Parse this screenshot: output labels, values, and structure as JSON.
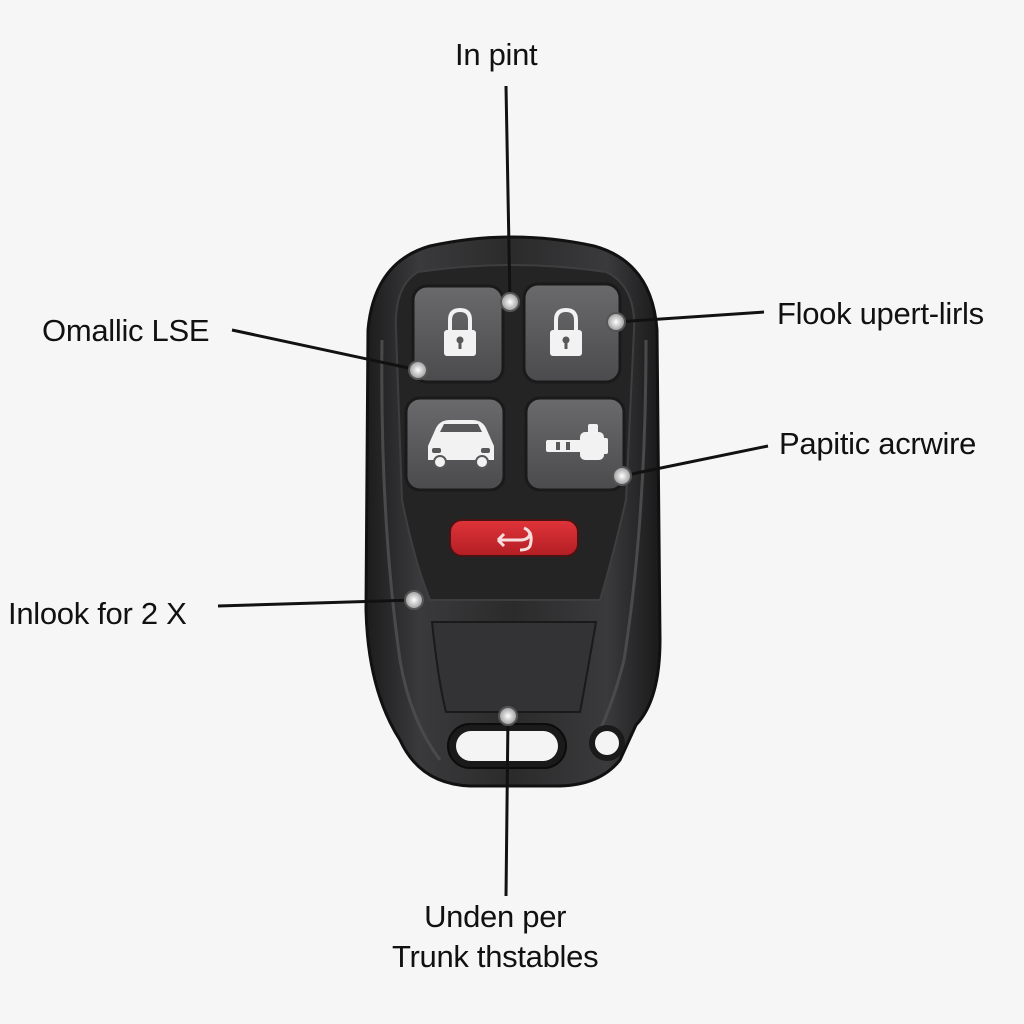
{
  "callouts": {
    "top": "In pint",
    "left_upper": "Omallic LSE",
    "right_upper": "Flook upert-lirls",
    "right_middle": "Papitic acrwire",
    "left_lower": "Inlook for 2 X",
    "bottom_line1": "Unden per",
    "bottom_line2": "Trunk thstables"
  },
  "buttons": [
    {
      "name": "lock-button",
      "icon": "padlock-icon"
    },
    {
      "name": "unlock-button",
      "icon": "padlock-icon"
    },
    {
      "name": "car-button",
      "icon": "car-icon"
    },
    {
      "name": "remote-start-button",
      "icon": "engine-start-icon"
    },
    {
      "name": "panic-button",
      "icon": "panic-horn-icon",
      "color": "#c8262b"
    }
  ],
  "colors": {
    "fob_body": "#2b2b2c",
    "button_face": "#58585a",
    "panic_red": "#c8262b",
    "background": "#f6f6f6"
  }
}
